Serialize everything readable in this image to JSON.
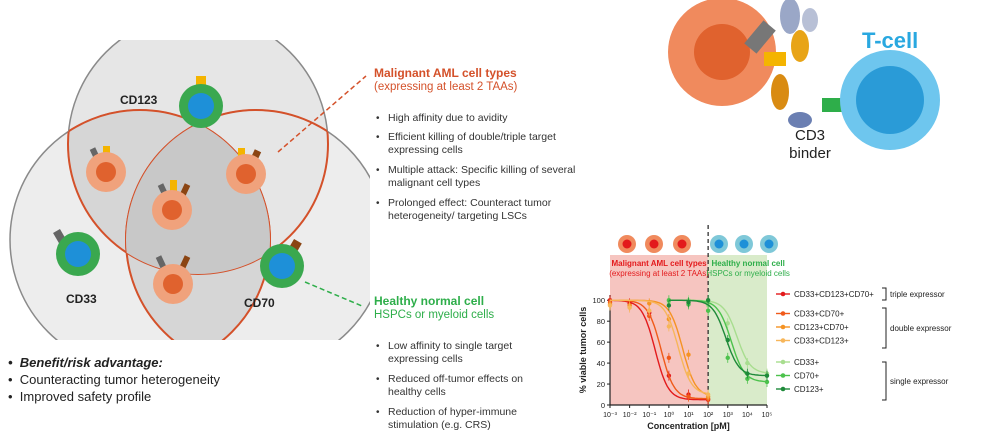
{
  "venn": {
    "labels": {
      "cd123": "CD123",
      "cd33": "CD33",
      "cd70": "CD70"
    }
  },
  "malignant": {
    "title": "Malignant AML cell types",
    "subtitle": "(expressing at least 2 TAAs)",
    "bullets": [
      "High affinity due to avidity",
      "Efficient killing of double/triple target expressing cells",
      "Multiple attack: Specific killing of several malignant cell types",
      "Prolonged effect: Counteract tumor heterogeneity/ targeting LSCs"
    ]
  },
  "healthy": {
    "title": "Healthy normal cell",
    "subtitle": "HSPCs or myeloid cells",
    "bullets": [
      "Low affinity to single target expressing cells",
      "Reduced off-tumor effects on healthy cells",
      "Reduction of hyper-immune stimulation (e.g. CRS)"
    ]
  },
  "benefit": {
    "heading": "Benefit/risk advantage:",
    "items": [
      "Counteracting tumor heterogeneity",
      "Improved safety profile"
    ]
  },
  "tcell": {
    "label": "T-cell",
    "binder_line1": "CD3",
    "binder_line2": "binder"
  },
  "chart_data": {
    "type": "line",
    "ylabel": "% viable tumor cells",
    "xlabel": "Concentration [pM]",
    "ylim": [
      0,
      105
    ],
    "yticks": [
      "0",
      "20",
      "40",
      "60",
      "80",
      "100"
    ],
    "xticks": [
      "10⁻³",
      "10⁻²",
      "10⁻¹",
      "10⁰",
      "10¹",
      "10²",
      "10³",
      "10⁴",
      "10⁵"
    ],
    "x_scale": "log",
    "regions": [
      {
        "title": "Malignant AML cell types",
        "subtitle": "(expressing at least 2 TAAs)",
        "color": "#f4b6b0"
      },
      {
        "title": "Healthy normal cell",
        "subtitle": "HSPCs or myeloid cells",
        "color": "#cfe6bd"
      }
    ],
    "series": [
      {
        "name": "CD33+CD123+CD70+",
        "color": "#e31a1c",
        "ec50": 0.2,
        "points": [
          [
            0.001,
            100
          ],
          [
            0.01,
            97
          ],
          [
            0.1,
            88
          ],
          [
            1,
            28
          ],
          [
            10,
            10
          ],
          [
            100,
            5
          ]
        ]
      },
      {
        "name": "CD33+CD70+",
        "color": "#f05a1a",
        "ec50": 0.4,
        "points": [
          [
            0.001,
            98
          ],
          [
            0.01,
            95
          ],
          [
            0.1,
            85
          ],
          [
            1,
            45
          ],
          [
            10,
            8
          ],
          [
            100,
            6
          ]
        ]
      },
      {
        "name": "CD123+CD70+",
        "color": "#f59324",
        "ec50": 5,
        "points": [
          [
            0.001,
            96
          ],
          [
            0.01,
            95
          ],
          [
            0.1,
            97
          ],
          [
            1,
            82
          ],
          [
            10,
            48
          ],
          [
            100,
            8
          ]
        ]
      },
      {
        "name": "CD33+CD123+",
        "color": "#f7b65a",
        "ec50": 3,
        "points": [
          [
            0.001,
            95
          ],
          [
            0.01,
            93
          ],
          [
            0.1,
            90
          ],
          [
            1,
            75
          ],
          [
            10,
            30
          ],
          [
            100,
            10
          ]
        ]
      },
      {
        "name": "CD33+",
        "color": "#a8dd8f",
        "ec50": 3000,
        "points": [
          [
            1,
            98
          ],
          [
            10,
            100
          ],
          [
            100,
            95
          ],
          [
            1000,
            78
          ],
          [
            10000,
            40
          ],
          [
            100000,
            30
          ]
        ]
      },
      {
        "name": "CD70+",
        "color": "#4cc24c",
        "ec50": 1500,
        "points": [
          [
            1,
            100
          ],
          [
            10,
            96
          ],
          [
            100,
            90
          ],
          [
            1000,
            45
          ],
          [
            10000,
            25
          ],
          [
            100000,
            22
          ]
        ]
      },
      {
        "name": "CD123+",
        "color": "#1f8a3a",
        "ec50": 800,
        "points": [
          [
            1,
            95
          ],
          [
            10,
            98
          ],
          [
            100,
            100
          ],
          [
            1000,
            62
          ],
          [
            10000,
            30
          ],
          [
            100000,
            28
          ]
        ]
      }
    ],
    "groups": [
      "triple expressor",
      "double expressor",
      "single expressor"
    ]
  }
}
